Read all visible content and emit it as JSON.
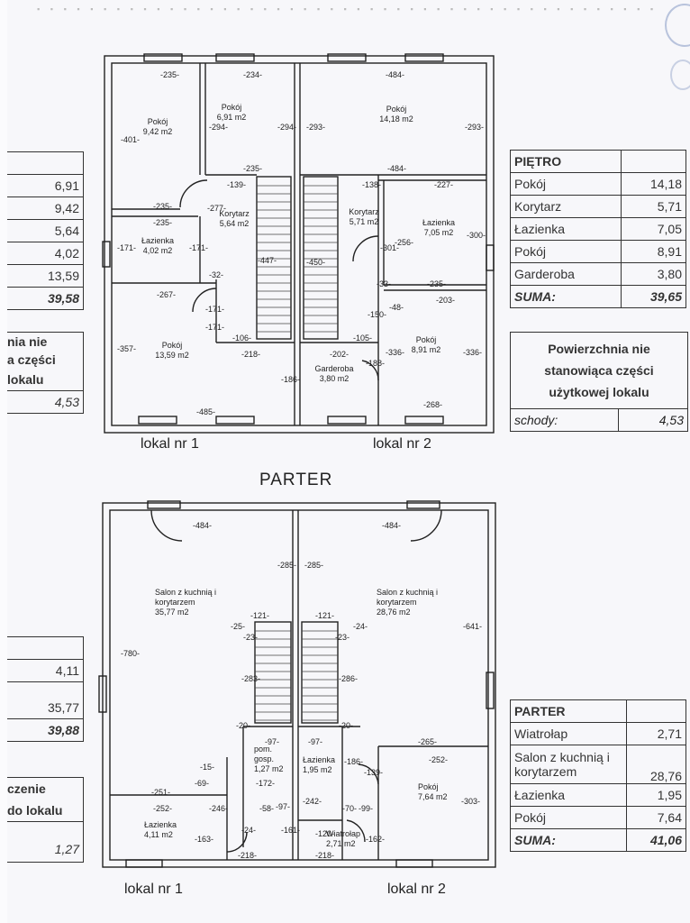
{
  "headings": {
    "parter": "PARTER",
    "lokal1_top": "lokal nr 1",
    "lokal2_top": "lokal nr 2",
    "lokal1_bottom": "lokal nr 1",
    "lokal2_bottom": "lokal nr 2"
  },
  "pietro_table": {
    "title": "PIĘTRO",
    "rows": [
      {
        "name": "Pokój",
        "value": "14,18"
      },
      {
        "name": "Korytarz",
        "value": "5,71"
      },
      {
        "name": "Łazienka",
        "value": "7,05"
      },
      {
        "name": "Pokój",
        "value": "8,91"
      },
      {
        "name": "Garderoba",
        "value": "3,80"
      }
    ],
    "sum_label": "SUMA:",
    "sum_value": "39,65"
  },
  "pietro_note": {
    "head": "Powierzchnia nie stanowiąca części użytkowej lokalu",
    "label": "schody:",
    "value": "4,53"
  },
  "parter_table": {
    "title": "PARTER",
    "rows": [
      {
        "name": "Wiatrołap",
        "value": "2,71"
      },
      {
        "name": "Salon z kuchnią i korytarzem",
        "value": "28,76"
      },
      {
        "name": "Łazienka",
        "value": "1,95"
      },
      {
        "name": "Pokój",
        "value": "7,64"
      }
    ],
    "sum_label": "SUMA:",
    "sum_value": "41,06"
  },
  "left_cut_top": {
    "values": [
      "6,91",
      "9,42",
      "5,64",
      "4,02",
      "13,59"
    ],
    "sum": "39,58",
    "note": [
      "nia nie",
      "a części",
      "lokalu"
    ],
    "note_value": "4,53"
  },
  "left_cut_bottom": {
    "values": [
      "4,11",
      "35,77"
    ],
    "sum": "39,88",
    "note": [
      "czenie",
      "do lokalu"
    ],
    "note_value": "1,27"
  },
  "rooms_top": [
    {
      "name": "Pokój",
      "area": "9,42 m2"
    },
    {
      "name": "Pokój",
      "area": "6,91 m2"
    },
    {
      "name": "Pokój",
      "area": "14,18 m2"
    },
    {
      "name": "Korytarz",
      "area": "5,64 m2"
    },
    {
      "name": "Korytarz",
      "area": "5,71 m2"
    },
    {
      "name": "Łazienka",
      "area": "4,02 m2"
    },
    {
      "name": "Łazienka",
      "area": "7,05 m2"
    },
    {
      "name": "Pokój",
      "area": "13,59 m2"
    },
    {
      "name": "Garderoba",
      "area": "3,80 m2"
    },
    {
      "name": "Pokój",
      "area": "8,91 m2"
    }
  ],
  "rooms_bottom": [
    {
      "name": "Salon z kuchnią i korytarzem",
      "area": "35,77 m2"
    },
    {
      "name": "Salon z kuchnią i korytarzem",
      "area": "28,76 m2"
    },
    {
      "name": "pom. gosp.",
      "area": "1,27 m2"
    },
    {
      "name": "Łazienka",
      "area": "1,95 m2"
    },
    {
      "name": "Pokój",
      "area": "7,64 m2"
    },
    {
      "name": "Łazienka",
      "area": "4,11 m2"
    },
    {
      "name": "Wiatrołap",
      "area": "2,71 m2"
    }
  ],
  "dims_top": [
    "235",
    "234",
    "484",
    "401",
    "294",
    "294",
    "293",
    "293",
    "235",
    "139",
    "138",
    "484",
    "227",
    "277",
    "235",
    "235",
    "171",
    "171",
    "447",
    "450",
    "301",
    "256",
    "300",
    "235",
    "32",
    "33",
    "267",
    "171",
    "171",
    "150",
    "48",
    "203",
    "357",
    "106",
    "218",
    "105",
    "202",
    "188",
    "336",
    "336",
    "186",
    "485",
    "268"
  ],
  "dims_bottom": [
    "484",
    "484",
    "285",
    "285",
    "121",
    "121",
    "25",
    "24",
    "23",
    "23",
    "780",
    "641",
    "283",
    "286",
    "20",
    "20",
    "97",
    "97",
    "265",
    "15",
    "172",
    "186",
    "252",
    "139",
    "69",
    "251",
    "246",
    "58",
    "97",
    "303",
    "252",
    "163",
    "24",
    "161",
    "242",
    "70",
    "99",
    "120",
    "162",
    "218",
    "218"
  ]
}
